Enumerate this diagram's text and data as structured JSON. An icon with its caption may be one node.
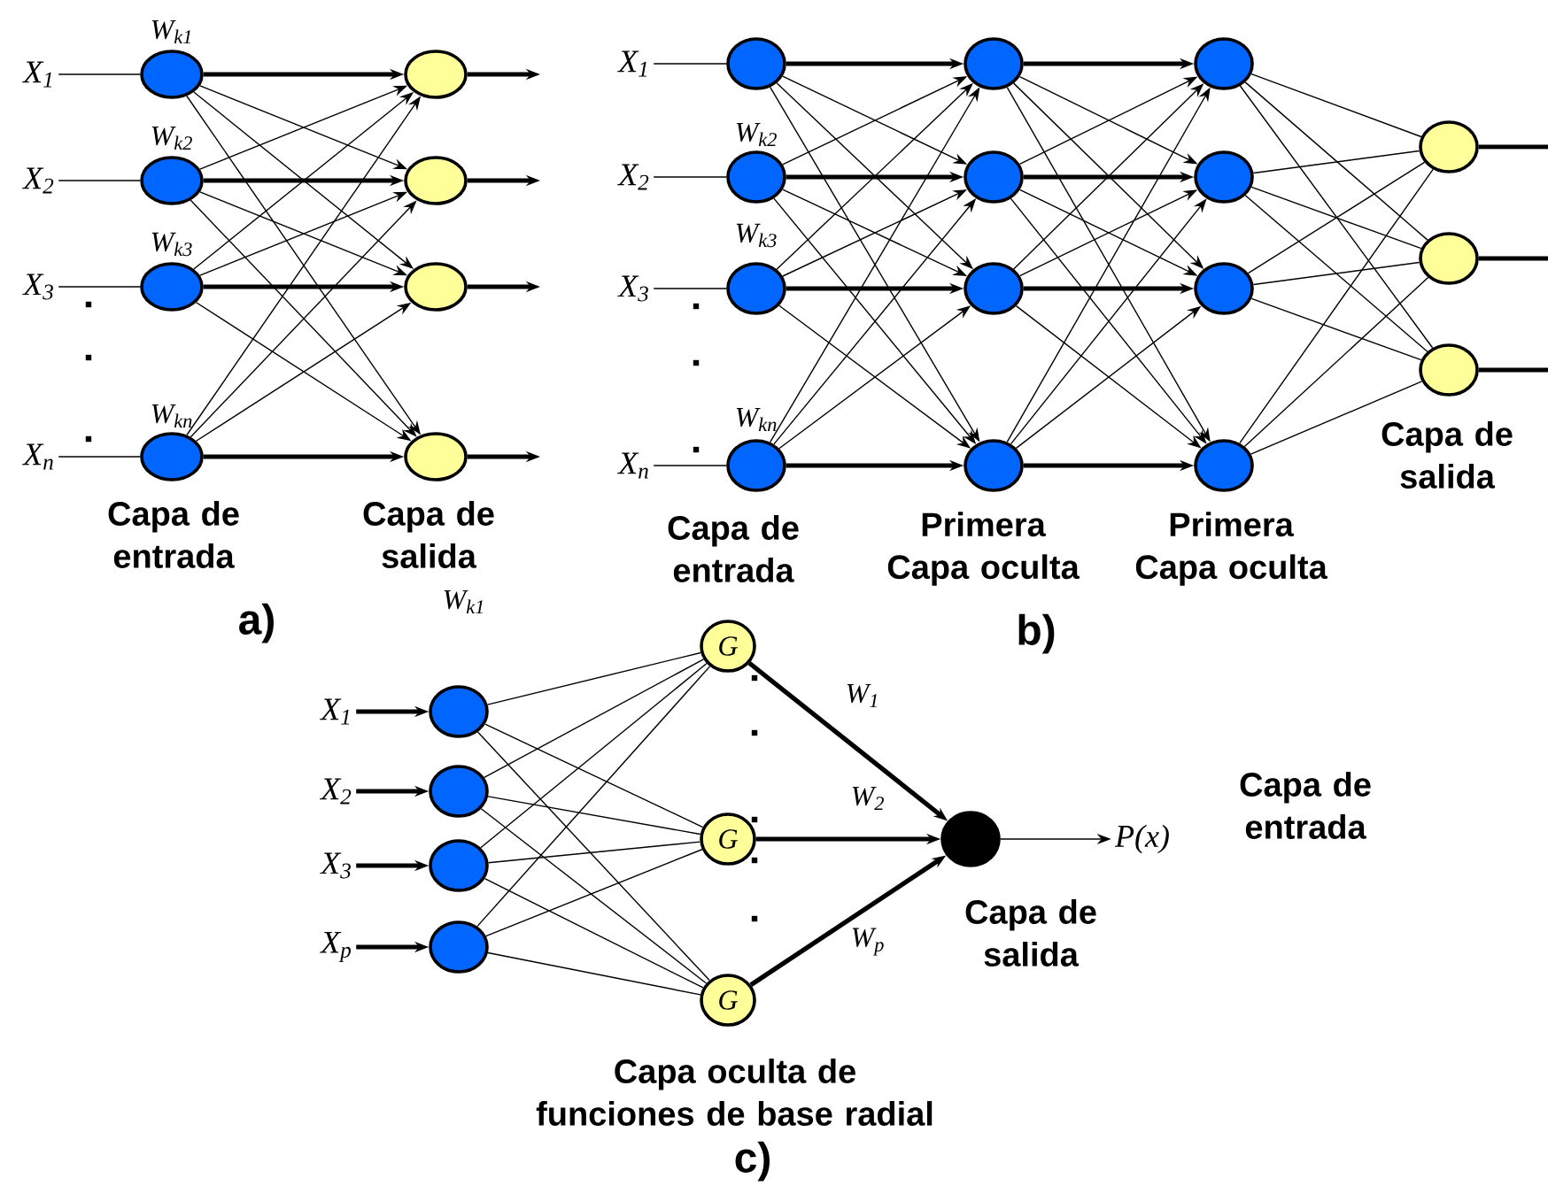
{
  "diagram": {
    "nodes": [
      {
        "text": [
          "X$_{1}$"
        ]
      },
      {
        "text": [
          "X$_{2}$"
        ]
      },
      {
        "text": [
          "X$_{3}$"
        ]
      },
      {
        "text": [
          "X$_{n}$"
        ]
      },
      {
        "text": [],
        "shape": "circle"
      },
      {
        "text": [],
        "shape": "circle"
      },
      {
        "text": [],
        "shape": "circle"
      },
      {
        "text": [],
        "shape": "circle"
      },
      {
        "text": [],
        "shape": "circle"
      },
      {
        "text": [],
        "shape": "circle"
      },
      {
        "text": [],
        "shape": "circle"
      },
      {
        "text": [],
        "shape": "circle"
      },
      {
        "text": [
          "X$_{1}$"
        ]
      },
      {
        "text": [
          "X$_{2}$"
        ]
      },
      {
        "text": [
          "X$_{3}$"
        ]
      },
      {
        "text": [
          "X$_{n}$"
        ]
      },
      {
        "text": [],
        "shape": "circle"
      },
      {
        "text": [],
        "shape": "circle"
      },
      {
        "text": [],
        "shape": "circle"
      },
      {
        "text": [],
        "shape": "circle"
      },
      {
        "text": [],
        "shape": "circle"
      },
      {
        "text": [],
        "shape": "circle"
      },
      {
        "text": [],
        "shape": "circle"
      },
      {
        "text": [],
        "shape": "circle"
      },
      {
        "text": [],
        "shape": "circle"
      },
      {
        "text": [],
        "shape": "circle"
      },
      {
        "text": [],
        "shape": "circle"
      },
      {
        "text": [],
        "shape": "circle"
      },
      {
        "text": [],
        "shape": "circle"
      },
      {
        "text": [],
        "shape": "circle"
      },
      {
        "text": [],
        "shape": "circle"
      },
      {
        "text": [
          "X$_{1}$"
        ]
      },
      {
        "text": [
          "X$_{2}$"
        ]
      },
      {
        "text": [
          "X$_{3}$"
        ]
      },
      {
        "text": [
          "X$_{p}$"
        ]
      },
      {
        "text": [],
        "shape": "circle"
      },
      {
        "text": [],
        "shape": "circle"
      },
      {
        "text": [],
        "shape": "circle"
      },
      {
        "text": [],
        "shape": "circle"
      },
      {
        "text": [
          "G"
        ]
      },
      {
        "text": [
          "G"
        ]
      },
      {
        "text": [
          "G"
        ]
      },
      {
        "text": [],
        "shape": "circle"
      },
      {
        "text": [
          "P(x)"
        ]
      }
    ],
    "edges": [
      {
        "from": 0,
        "to": 4,
        "arrow": "none"
      },
      {
        "from": 1,
        "to": 5,
        "arrow": "none"
      },
      {
        "from": 2,
        "to": 6,
        "arrow": "none"
      },
      {
        "from": 3,
        "to": 7,
        "arrow": "none"
      },
      {
        "from": 4,
        "to": 8,
        "arrow": "to",
        "style": "thick"
      },
      {
        "from": 4,
        "to": 9,
        "arrow": "to"
      },
      {
        "from": 4,
        "to": 10,
        "arrow": "to"
      },
      {
        "from": 4,
        "to": 11,
        "arrow": "to"
      },
      {
        "from": 5,
        "to": 8,
        "arrow": "to"
      },
      {
        "from": 5,
        "to": 9,
        "arrow": "to",
        "style": "thick"
      },
      {
        "from": 5,
        "to": 10,
        "arrow": "to"
      },
      {
        "from": 5,
        "to": 11,
        "arrow": "to"
      },
      {
        "from": 6,
        "to": 8,
        "arrow": "to"
      },
      {
        "from": 6,
        "to": 9,
        "arrow": "to"
      },
      {
        "from": 6,
        "to": 10,
        "arrow": "to",
        "style": "thick"
      },
      {
        "from": 6,
        "to": 11,
        "arrow": "to"
      },
      {
        "from": 7,
        "to": 8,
        "arrow": "to"
      },
      {
        "from": 7,
        "to": 9,
        "arrow": "to"
      },
      {
        "from": 7,
        "to": 10,
        "arrow": "to"
      },
      {
        "from": 7,
        "to": 11,
        "arrow": "to",
        "style": "thick"
      },
      {
        "from": 8,
        "to": null,
        "arrow": "to",
        "style": "thick"
      },
      {
        "from": 9,
        "to": null,
        "arrow": "to",
        "style": "thick"
      },
      {
        "from": 10,
        "to": null,
        "arrow": "to",
        "style": "thick"
      },
      {
        "from": 11,
        "to": null,
        "arrow": "to",
        "style": "thick"
      },
      {
        "from": 12,
        "to": 16,
        "arrow": "none"
      },
      {
        "from": 13,
        "to": 17,
        "arrow": "none"
      },
      {
        "from": 14,
        "to": 18,
        "arrow": "none"
      },
      {
        "from": 15,
        "to": 19,
        "arrow": "none"
      },
      {
        "from": 16,
        "to": 20,
        "arrow": "to",
        "style": "thick"
      },
      {
        "from": 16,
        "to": 21,
        "arrow": "to"
      },
      {
        "from": 16,
        "to": 22,
        "arrow": "to"
      },
      {
        "from": 16,
        "to": 23,
        "arrow": "to"
      },
      {
        "from": 17,
        "to": 20,
        "arrow": "to"
      },
      {
        "from": 17,
        "to": 21,
        "arrow": "to",
        "style": "thick"
      },
      {
        "from": 17,
        "to": 22,
        "arrow": "to"
      },
      {
        "from": 17,
        "to": 23,
        "arrow": "to"
      },
      {
        "from": 18,
        "to": 20,
        "arrow": "to"
      },
      {
        "from": 18,
        "to": 21,
        "arrow": "to"
      },
      {
        "from": 18,
        "to": 22,
        "arrow": "to",
        "style": "thick"
      },
      {
        "from": 18,
        "to": 23,
        "arrow": "to"
      },
      {
        "from": 19,
        "to": 20,
        "arrow": "to"
      },
      {
        "from": 19,
        "to": 21,
        "arrow": "to"
      },
      {
        "from": 19,
        "to": 22,
        "arrow": "to"
      },
      {
        "from": 19,
        "to": 23,
        "arrow": "to",
        "style": "thick"
      },
      {
        "from": 20,
        "to": 24,
        "arrow": "to",
        "style": "thick"
      },
      {
        "from": 20,
        "to": 25,
        "arrow": "to"
      },
      {
        "from": 20,
        "to": 26,
        "arrow": "to"
      },
      {
        "from": 20,
        "to": 27,
        "arrow": "to"
      },
      {
        "from": 21,
        "to": 24,
        "arrow": "to"
      },
      {
        "from": 21,
        "to": 25,
        "arrow": "to",
        "style": "thick"
      },
      {
        "from": 21,
        "to": 26,
        "arrow": "to"
      },
      {
        "from": 21,
        "to": 27,
        "arrow": "to"
      },
      {
        "from": 22,
        "to": 24,
        "arrow": "to"
      },
      {
        "from": 22,
        "to": 25,
        "arrow": "to"
      },
      {
        "from": 22,
        "to": 26,
        "arrow": "to",
        "style": "thick"
      },
      {
        "from": 22,
        "to": 27,
        "arrow": "to"
      },
      {
        "from": 23,
        "to": 24,
        "arrow": "to"
      },
      {
        "from": 23,
        "to": 25,
        "arrow": "to"
      },
      {
        "from": 23,
        "to": 26,
        "arrow": "to"
      },
      {
        "from": 23,
        "to": 27,
        "arrow": "to",
        "style": "thick"
      },
      {
        "from": 24,
        "to": 28,
        "arrow": "none"
      },
      {
        "from": 24,
        "to": 29,
        "arrow": "none"
      },
      {
        "from": 24,
        "to": 30,
        "arrow": "none"
      },
      {
        "from": 25,
        "to": 28,
        "arrow": "none"
      },
      {
        "from": 25,
        "to": 29,
        "arrow": "none"
      },
      {
        "from": 25,
        "to": 30,
        "arrow": "none"
      },
      {
        "from": 26,
        "to": 28,
        "arrow": "none"
      },
      {
        "from": 26,
        "to": 29,
        "arrow": "none"
      },
      {
        "from": 26,
        "to": 30,
        "arrow": "none"
      },
      {
        "from": 27,
        "to": 28,
        "arrow": "none"
      },
      {
        "from": 27,
        "to": 29,
        "arrow": "none"
      },
      {
        "from": 27,
        "to": 30,
        "arrow": "none"
      },
      {
        "from": 28,
        "to": null,
        "arrow": "none",
        "style": "thick"
      },
      {
        "from": 29,
        "to": null,
        "arrow": "none",
        "style": "thick"
      },
      {
        "from": 30,
        "to": null,
        "arrow": "none",
        "style": "thick"
      },
      {
        "from": 31,
        "to": 35,
        "arrow": "to",
        "style": "thick"
      },
      {
        "from": 32,
        "to": 36,
        "arrow": "to",
        "style": "thick"
      },
      {
        "from": 33,
        "to": 37,
        "arrow": "to",
        "style": "thick"
      },
      {
        "from": 34,
        "to": 38,
        "arrow": "to",
        "style": "thick"
      },
      {
        "from": 35,
        "to": 39,
        "arrow": "none"
      },
      {
        "from": 35,
        "to": 40,
        "arrow": "none"
      },
      {
        "from": 35,
        "to": 41,
        "arrow": "none"
      },
      {
        "from": 36,
        "to": 39,
        "arrow": "none"
      },
      {
        "from": 36,
        "to": 40,
        "arrow": "none"
      },
      {
        "from": 36,
        "to": 41,
        "arrow": "none"
      },
      {
        "from": 37,
        "to": 39,
        "arrow": "none"
      },
      {
        "from": 37,
        "to": 40,
        "arrow": "none"
      },
      {
        "from": 37,
        "to": 41,
        "arrow": "none"
      },
      {
        "from": 38,
        "to": 39,
        "arrow": "none"
      },
      {
        "from": 38,
        "to": 40,
        "arrow": "none"
      },
      {
        "from": 38,
        "to": 41,
        "arrow": "none"
      },
      {
        "from": 39,
        "to": 42,
        "arrow": "to",
        "style": "thick",
        "label": "W$_{1}$"
      },
      {
        "from": 40,
        "to": 42,
        "arrow": "to",
        "style": "thick",
        "label": "W$_{2}$"
      },
      {
        "from": 41,
        "to": 42,
        "arrow": "to",
        "style": "thick",
        "label": "W$_{p}$"
      },
      {
        "from": 42,
        "to": 43,
        "arrow": "to"
      }
    ],
    "labels": [
      "W$_{k1}$",
      "W$_{k2}$",
      "W$_{k3}$",
      "W$_{kn}$",
      "Capa de entrada",
      "Capa de salida",
      "W$_{k1}$",
      "a)",
      "W$_{k2}$",
      "W$_{k3}$",
      "W$_{kn}$",
      "Capa de entrada",
      "Primera Capa oculta",
      "Primera Capa oculta",
      "Capa de salida",
      "b)",
      "Capa de entrada",
      "Capa de salida",
      "Capa oculta de funciones de base radial",
      "c)"
    ]
  }
}
